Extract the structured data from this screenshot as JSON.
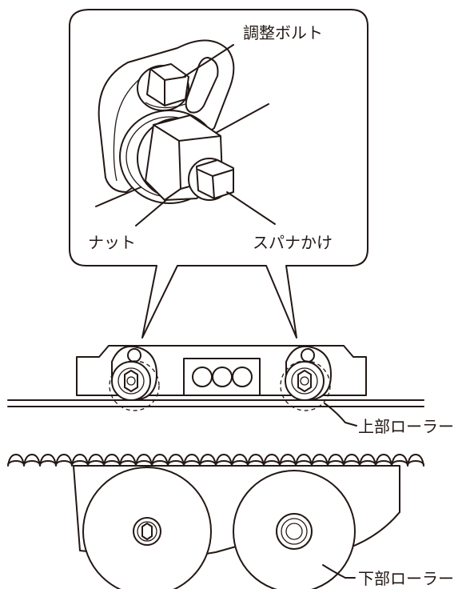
{
  "labels": {
    "adjust_bolt": "調整ボルト",
    "nut": "ナット",
    "spanner_flat": "スパナかけ",
    "upper_roller": "上部ローラー",
    "lower_roller": "下部ローラー"
  },
  "colors": {
    "line": "#231815",
    "background": "#ffffff"
  }
}
